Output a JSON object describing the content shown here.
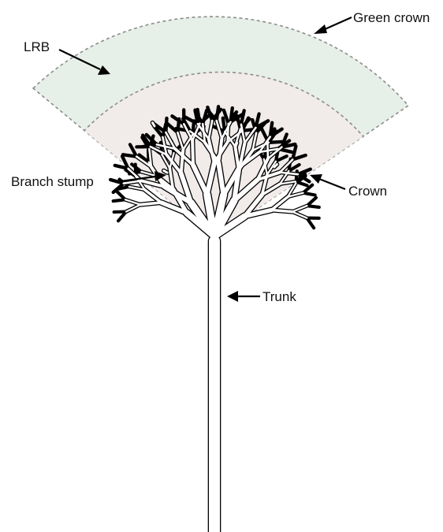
{
  "labels": {
    "green_crown": "Green crown",
    "lrb": "LRB",
    "branch_stump": "Branch stump",
    "crown": "Crown",
    "trunk": "Trunk"
  },
  "colors": {
    "green_crown_fill": "#e6efe8",
    "crown_fill": "#f1ebe9",
    "outline": "#000000",
    "branch_fill": "#ffffff",
    "dashed_boundary": "#8d8d8d"
  }
}
